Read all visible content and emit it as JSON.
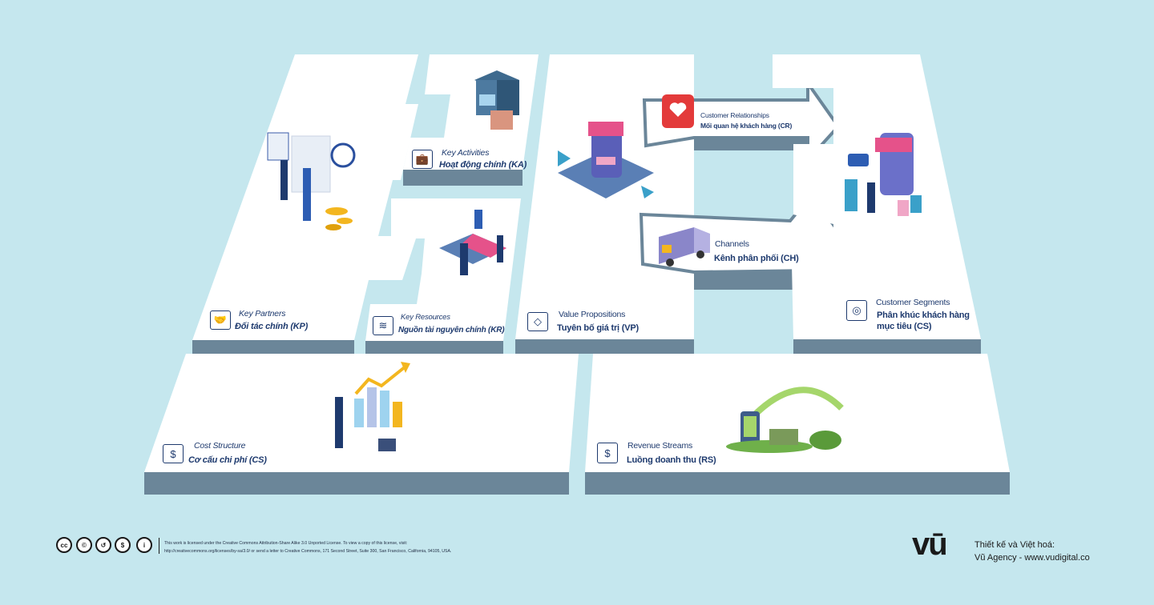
{
  "canvas": {
    "blocks": {
      "key_partners": {
        "en": "Key Partners",
        "vi": "Đối tác chính (KP)",
        "icon": "handshake-icon"
      },
      "key_activities": {
        "en": "Key Activities",
        "vi": "Hoạt động chính (KA)",
        "icon": "briefcase-icon"
      },
      "key_resources": {
        "en": "Key Resources",
        "vi": "Nguồn tài nguyên chính (KR)",
        "icon": "layers-icon"
      },
      "value_propositions": {
        "en": "Value Propositions",
        "vi": "Tuyên bố giá trị (VP)",
        "icon": "diamond-icon"
      },
      "customer_relationships": {
        "en": "Customer Relationships",
        "vi": "Mối quan hệ khách hàng (CR)",
        "icon": "heart-icon"
      },
      "channels": {
        "en": "Channels",
        "vi": "Kênh phân phối (CH)",
        "icon": "truck-icon"
      },
      "customer_segments": {
        "en": "Customer Segments",
        "vi_line1": "Phân khúc khách hàng",
        "vi_line2": "mục tiêu (CS)",
        "icon": "target-icon"
      },
      "cost_structure": {
        "en": "Cost Structure",
        "vi": "Cơ cấu chi phí (CS)",
        "icon": "dollar-gear-icon"
      },
      "revenue_streams": {
        "en": "Revenue Streams",
        "vi": "Luồng doanh thu (RS)",
        "icon": "dollar-badge-icon"
      }
    }
  },
  "footer": {
    "license_line1": "This work is licensed under the Creative Commons Attribution-Share Alike 3.0 Unported License. To view a copy of this license, visit:",
    "license_line2": "http://creativecommons.org/licenses/by-sa/3.0/ or send a letter to Creative Commons, 171 Second Street, Suite 300, San Francisco, California, 94105, USA.",
    "cc_icons": [
      "cc-icon",
      "by-icon",
      "sa-icon",
      "nc-icon",
      "person-icon"
    ],
    "logo_text": "vū",
    "credit_line1": "Thiết kế và Việt hoá:",
    "credit_line2": "Vũ Agency - www.vudigital.co"
  },
  "colors": {
    "background": "#c5e7ee",
    "block_top": "#ffffff",
    "block_side": "#6b8699",
    "text": "#1e3a6e"
  }
}
